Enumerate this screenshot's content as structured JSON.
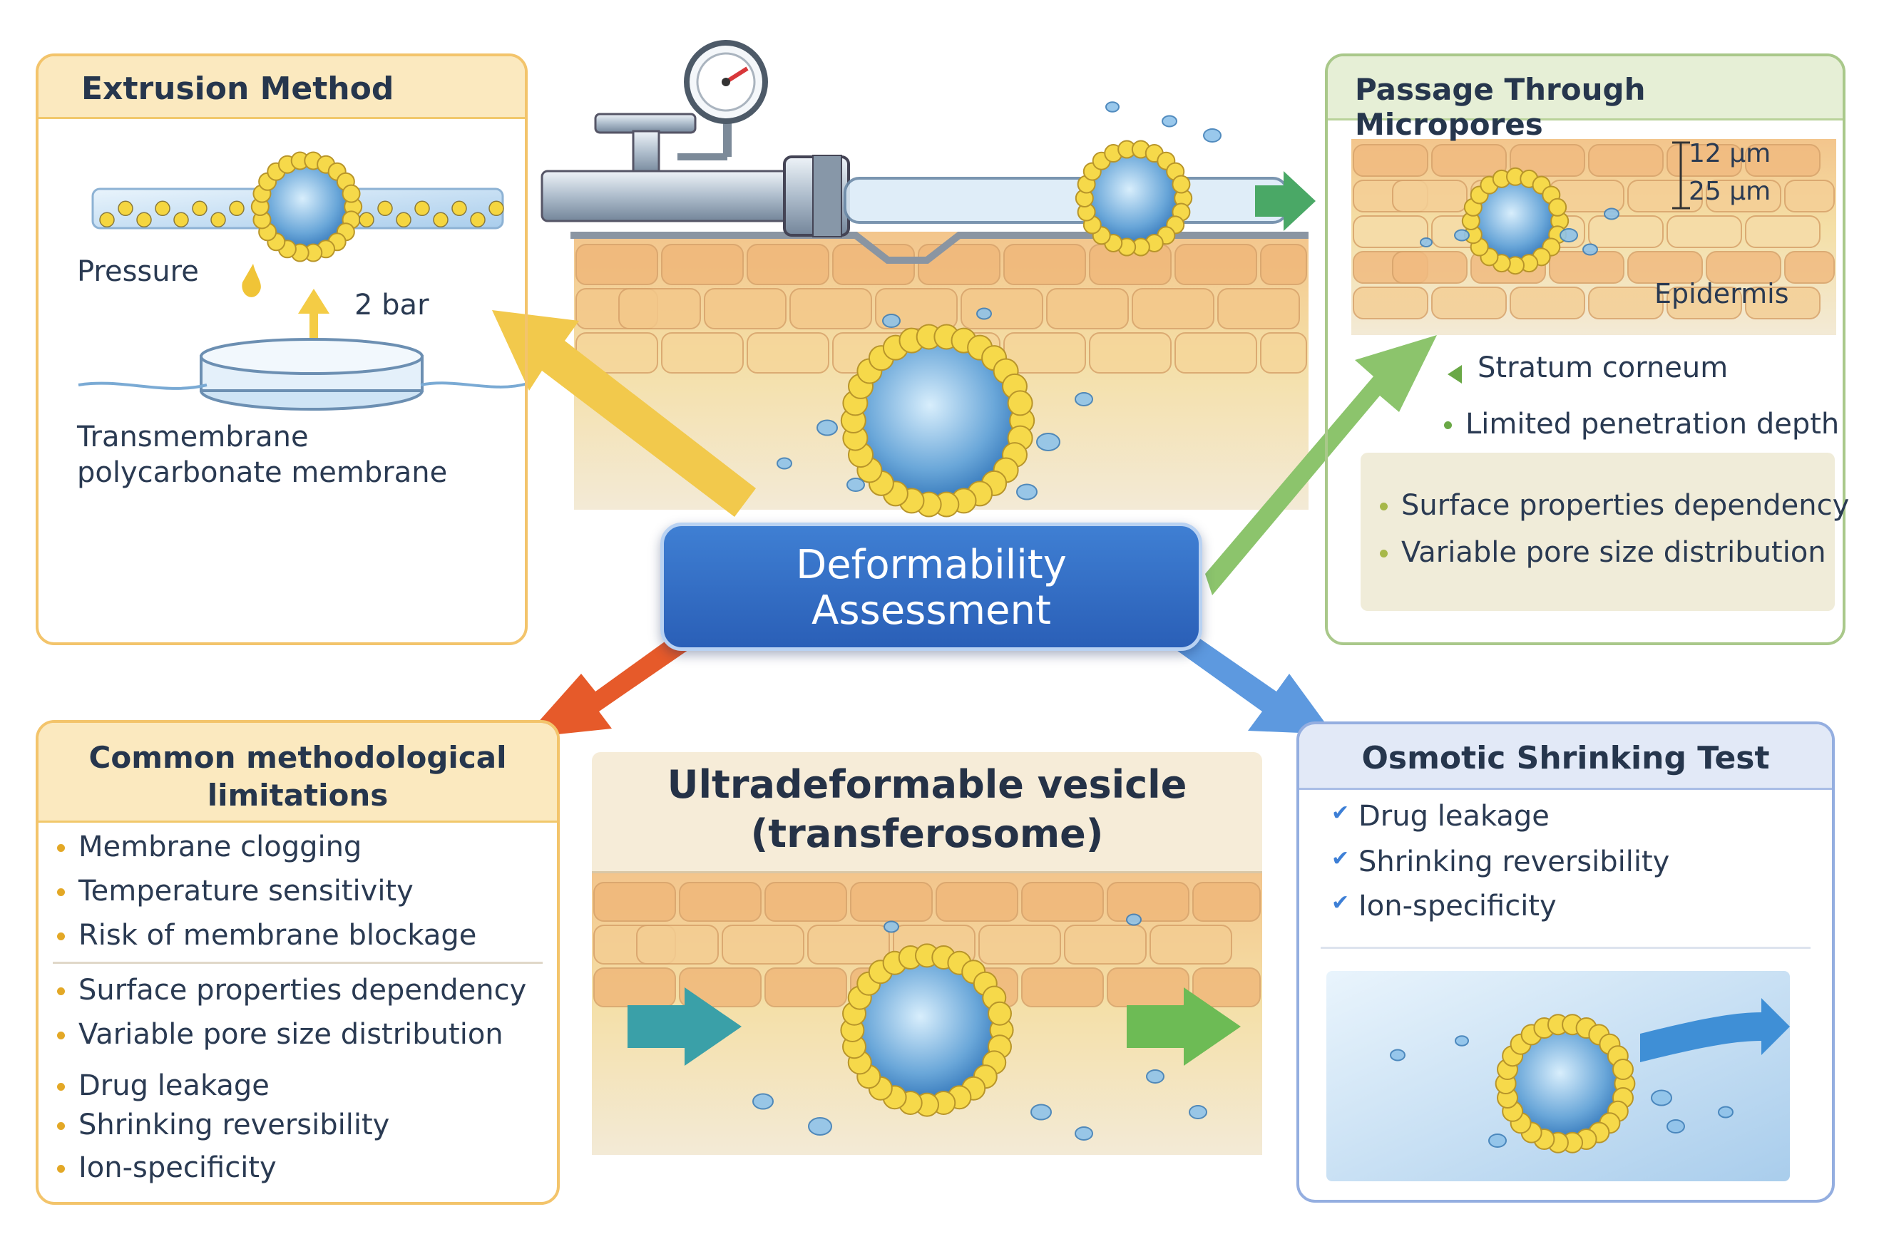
{
  "colors": {
    "yellow_accent": "#f2c44a",
    "green_accent": "#8cc26a",
    "blue_accent": "#4f8ede",
    "orange_accent": "#e85a2c",
    "center_box": "#2f6cc1"
  },
  "center": {
    "line1": "Deformability",
    "line2": "Assessment"
  },
  "extrusion": {
    "title": "Extrusion Method",
    "pressure_label": "Pressure",
    "pressure_value": "2 bar",
    "membrane_line1": "Transmembrane",
    "membrane_line2": "polycarbonate membrane"
  },
  "micropores": {
    "title": "Passage Through Micropores",
    "scale_top": "12 µm",
    "scale_bottom": "25 µm",
    "epidermis_label": "Epidermis",
    "stratum_label": "Stratum corneum",
    "penetration_label": "Limited penetration depth",
    "bullets": [
      "Surface properties dependency",
      "Variable pore size distribution"
    ]
  },
  "limitations": {
    "title_line1": "Common methodological",
    "title_line2": "limitations",
    "bullets": [
      "Membrane clogging",
      "Temperature sensitivity",
      "Risk of membrane blockage",
      "Surface properties dependency",
      "Variable pore size distribution",
      "Drug leakage",
      "Shrinking reversibility",
      "Ion-specificity"
    ]
  },
  "vesicle": {
    "title_line1": "Ultradeformable vesicle",
    "title_line2": "(transferosome)"
  },
  "osmotic": {
    "title": "Osmotic Shrinking Test",
    "check_icon": "check-icon",
    "items": [
      "Drug leakage",
      "Shrinking reversibility",
      "Ion-specificity"
    ]
  }
}
